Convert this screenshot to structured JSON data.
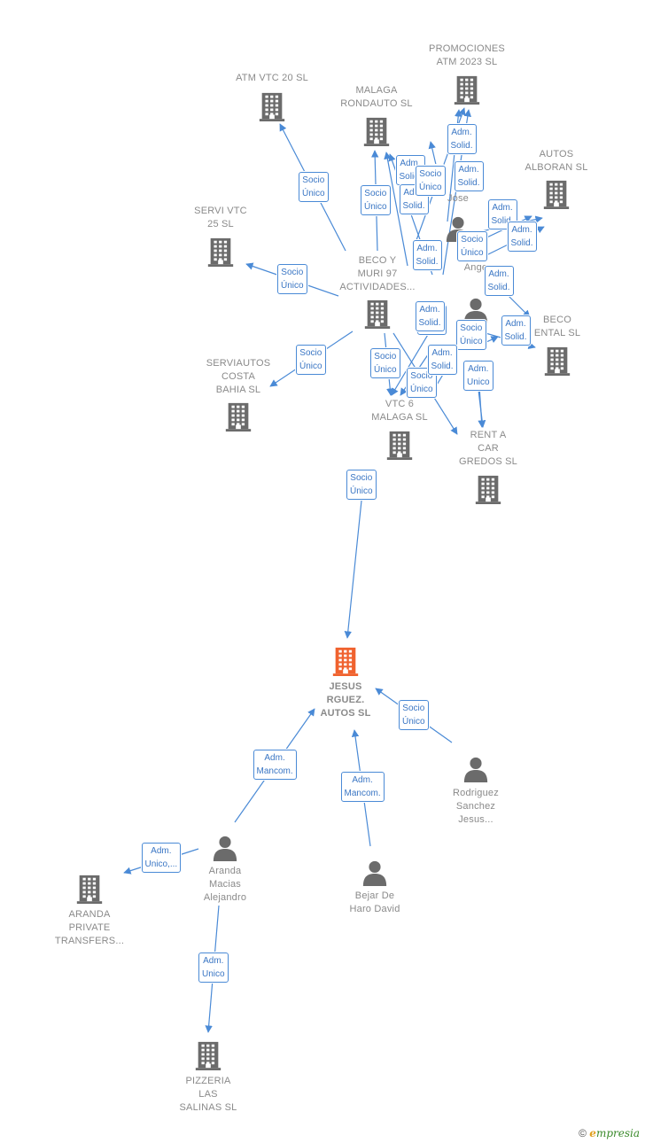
{
  "colors": {
    "edge": "#4a8ad6",
    "node_icon": "#6b6b6b",
    "center_icon": "#f0622e",
    "label_text": "#8a8a8a"
  },
  "nodes": [
    {
      "id": "jesus",
      "type": "company",
      "center": true,
      "label": "JESUS\nRGUEZ.\nAUTOS  SL"
    },
    {
      "id": "beco_muri",
      "type": "company",
      "label": "BECO Y\nMURI 97\nACTIVIDADES..."
    },
    {
      "id": "atm_vtc",
      "type": "company",
      "label": "ATM VTC 20  SL"
    },
    {
      "id": "malaga_rond",
      "type": "company",
      "label": "MALAGA\nRONDAUTO  SL"
    },
    {
      "id": "promociones",
      "type": "company",
      "label": "PROMOCIONES\nATM 2023  SL"
    },
    {
      "id": "autos_alboran",
      "type": "company",
      "label": "AUTOS\nALBORAN  SL"
    },
    {
      "id": "servi_vtc",
      "type": "company",
      "label": "SERVI VTC\n25  SL"
    },
    {
      "id": "serviautos",
      "type": "company",
      "label": "SERVIAUTOS\nCOSTA\nBAHIA  SL"
    },
    {
      "id": "vtc6",
      "type": "company",
      "label": "VTC 6\nMALAGA  SL"
    },
    {
      "id": "rent_car",
      "type": "company",
      "label": "RENT A\nCAR\nGREDOS  SL"
    },
    {
      "id": "beco_ental",
      "type": "company",
      "label": "BECO\nENTAL  SL"
    },
    {
      "id": "jose",
      "type": "person",
      "label": "Jose"
    },
    {
      "id": "mar_ange",
      "type": "person",
      "label": "Mar\nAnge"
    },
    {
      "id": "rodriguez",
      "type": "person",
      "label": "Rodriguez\nSanchez\nJesus..."
    },
    {
      "id": "aranda_p",
      "type": "person",
      "label": "Aranda\nMacias\nAlejandro"
    },
    {
      "id": "bejar",
      "type": "person",
      "label": "Bejar De\nHaro David"
    },
    {
      "id": "aranda_c",
      "type": "company",
      "label": "ARANDA\nPRIVATE\nTRANSFERS..."
    },
    {
      "id": "pizzeria",
      "type": "company",
      "label": "PIZZERIA\nLAS\nSALINAS  SL"
    }
  ],
  "edges": [
    {
      "label": "Socio\nÚnico"
    },
    {
      "label": "Socio\nÚnico"
    },
    {
      "label": "Socio\nÚnico"
    },
    {
      "label": "Socio\nÚnico"
    },
    {
      "label": "Socio\nÚnico"
    },
    {
      "label": "Socio\nÚnico"
    },
    {
      "label": "Socio\nÚnico"
    },
    {
      "label": "Socio\nÚnico"
    },
    {
      "label": "Socio\nÚnico"
    },
    {
      "label": "Adm.\nMancom."
    },
    {
      "label": "Adm.\nMancom."
    },
    {
      "label": "Adm.\nUnico,..."
    },
    {
      "label": "Adm.\nUnico"
    },
    {
      "label": "Adm.\nSolid."
    },
    {
      "label": "Adm.\nSolid."
    },
    {
      "label": "Adm.\nSolid."
    },
    {
      "label": "Adm.\nSolid."
    },
    {
      "label": "Socio\nÚnico"
    },
    {
      "label": "Adm.\nSolid."
    },
    {
      "label": "Adm.\nSolid."
    },
    {
      "label": "Adm.\nSolid."
    },
    {
      "label": "Adm.\nSolid."
    },
    {
      "label": "Adm.\nSolid."
    },
    {
      "label": "Adm.\nSolid."
    },
    {
      "label": "Socio\nÚnico"
    },
    {
      "label": "Adm.\nSolid."
    },
    {
      "label": "Socio\nÚnico"
    },
    {
      "label": "Adm.\nUnico"
    },
    {
      "label": "Adm.\nSolid."
    },
    {
      "label": "Socio\nÚnico"
    }
  ],
  "footer": {
    "copyright": "©",
    "brand_first": "e",
    "brand_rest": "mpresia"
  }
}
